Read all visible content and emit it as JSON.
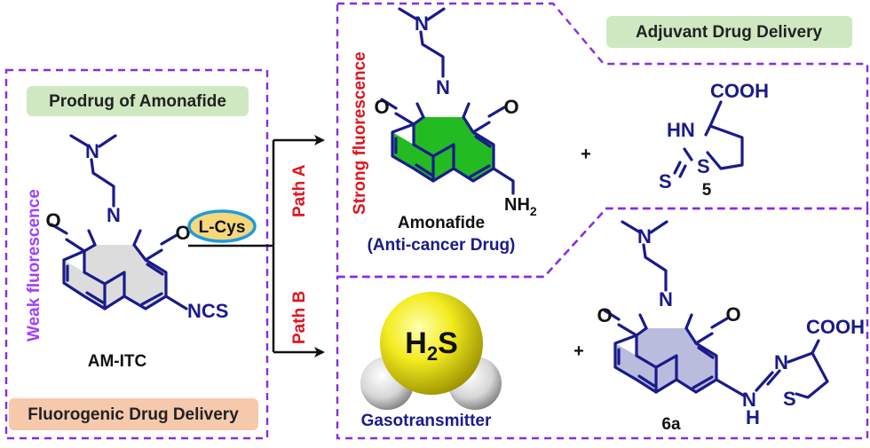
{
  "left": {
    "title": "Prodrug of Amonafide",
    "side_label": "Weak fluorescence",
    "compound": "AM-ITC",
    "reagent": "L-Cys",
    "footer": "Fluorogenic Drug Delivery",
    "substituent": "NCS"
  },
  "paths": {
    "a": "Path A",
    "b": "Path B"
  },
  "top_right": {
    "banner": "Adjuvant Drug Delivery",
    "side_label": "Strong fluorescence",
    "drug_name": "Amonafide",
    "drug_desc": "(Anti-cancer Drug)",
    "plus": "+",
    "product_label": "5",
    "amino": "NH",
    "amino_sub": "2",
    "acid": "COOH",
    "ring_nh": "HN",
    "ring_s": "S",
    "exo_s": "S"
  },
  "bottom_right": {
    "h2s_h": "H",
    "h2s_sub": "2",
    "h2s_s": "S",
    "h2s_caption": "Gasotransmitter",
    "plus": "+",
    "product_label": "6a",
    "acid": "COOH",
    "ring_n": "N",
    "ring_s": "S",
    "link_nh": "N",
    "link_h": "H"
  },
  "atoms": {
    "n": "N",
    "o": "O"
  },
  "colors": {
    "dashed_box": "#8a2be2",
    "mol_blue": "#1a1a8c",
    "path_red": "#e0141e",
    "fluor_green": "#22bb22",
    "weak_purple": "#a040ff",
    "banner_green": "#cfe8c2",
    "footer_orange": "#f6c9ad",
    "reagent_fill": "#f6d77a",
    "reagent_ring": "#1e9be0"
  }
}
